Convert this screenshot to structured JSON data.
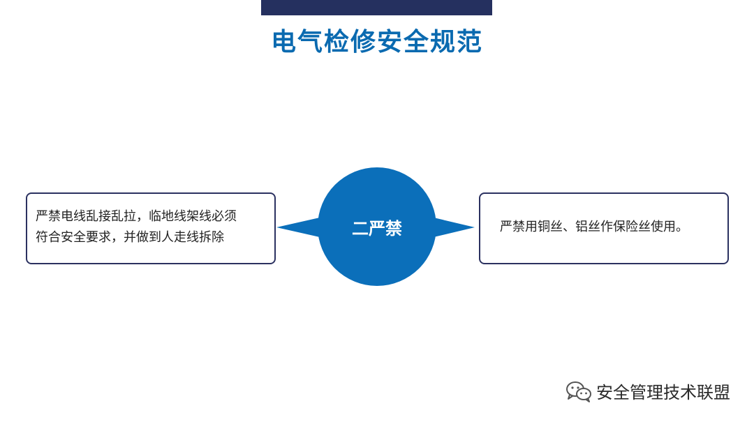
{
  "slide": {
    "title": "电气检修安全规范",
    "center_label": "二严禁",
    "left_box_line1": "严禁电线乱接乱拉，临地线架线必须",
    "left_box_line2": "符合安全要求，并做到人走线拆除",
    "right_box_text": "严禁用铜丝、铝丝作保险丝使用。",
    "watermark": "安全管理技术联盟"
  },
  "colors": {
    "top_bar": "#25305f",
    "title": "#0a6ab0",
    "circle": "#0b6fba",
    "box_border": "#2b3160"
  },
  "icons": {
    "watermark_icon": "wechat-icon"
  }
}
